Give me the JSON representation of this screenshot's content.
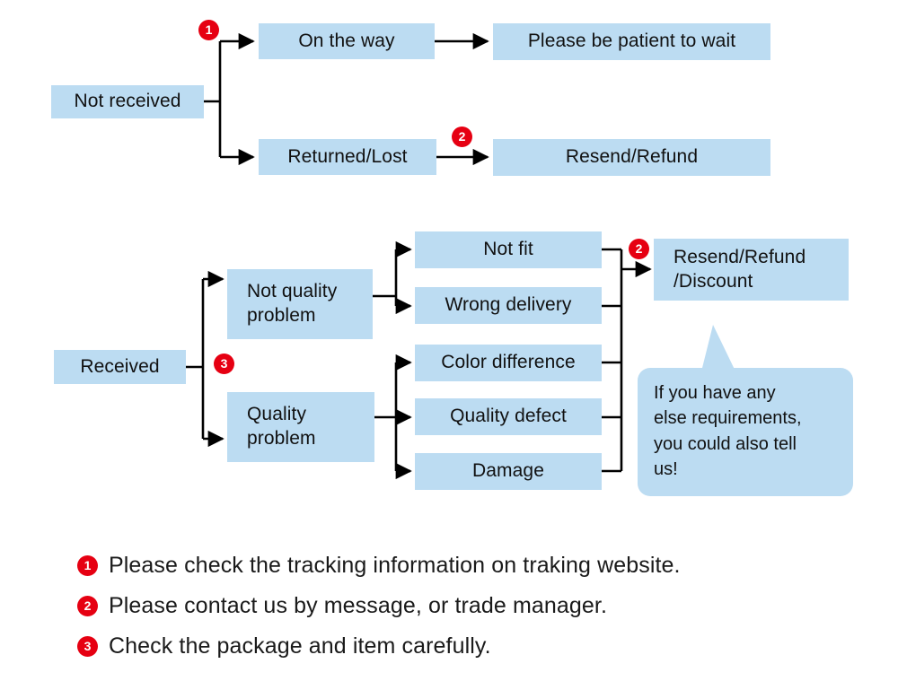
{
  "diagram": {
    "title": "Order status handling flowchart",
    "colors": {
      "box_fill": "#bcdcf2",
      "badge_red": "#e60012",
      "line": "#000000",
      "text": "#111111",
      "background": "#ffffff"
    },
    "branches": [
      {
        "id": "not-received",
        "root_label": "Not received",
        "steps": [
          {
            "label": "On the way",
            "result": "Please be patient to wait"
          },
          {
            "label": "Returned/Lost",
            "result": "Resend/Refund"
          }
        ]
      },
      {
        "id": "received",
        "root_label": "Received",
        "categories": [
          {
            "label": "Not quality\nproblem",
            "reasons": [
              "Not fit",
              "Wrong delivery"
            ]
          },
          {
            "label": "Quality\nproblem",
            "reasons": [
              "Color difference",
              "Quality defect",
              "Damage"
            ]
          }
        ],
        "result": "Resend/Refund\n/Discount"
      }
    ],
    "nodes": {
      "not_received": "Not received",
      "on_the_way": "On the way",
      "please_wait": "Please be patient to wait",
      "returned_lost": "Returned/Lost",
      "resend_refund": "Resend/Refund",
      "received": "Received",
      "not_quality_problem": "Not quality\nproblem",
      "quality_problem": "Quality\nproblem",
      "not_fit": "Not fit",
      "wrong_delivery": "Wrong delivery",
      "color_difference": "Color difference",
      "quality_defect": "Quality defect",
      "damage": "Damage",
      "resend_refund_discount": "Resend/Refund\n/Discount"
    },
    "badges": {
      "one": "1",
      "two": "2",
      "three": "3"
    },
    "bubble": {
      "text": "If you have any\nelse requirements,\nyou could also tell\nus!"
    },
    "legend": [
      {
        "number": "1",
        "text": "Please check the tracking information on traking website."
      },
      {
        "number": "2",
        "text": "Please contact us by message, or trade manager."
      },
      {
        "number": "3",
        "text": "Check the package and item carefully."
      }
    ]
  }
}
